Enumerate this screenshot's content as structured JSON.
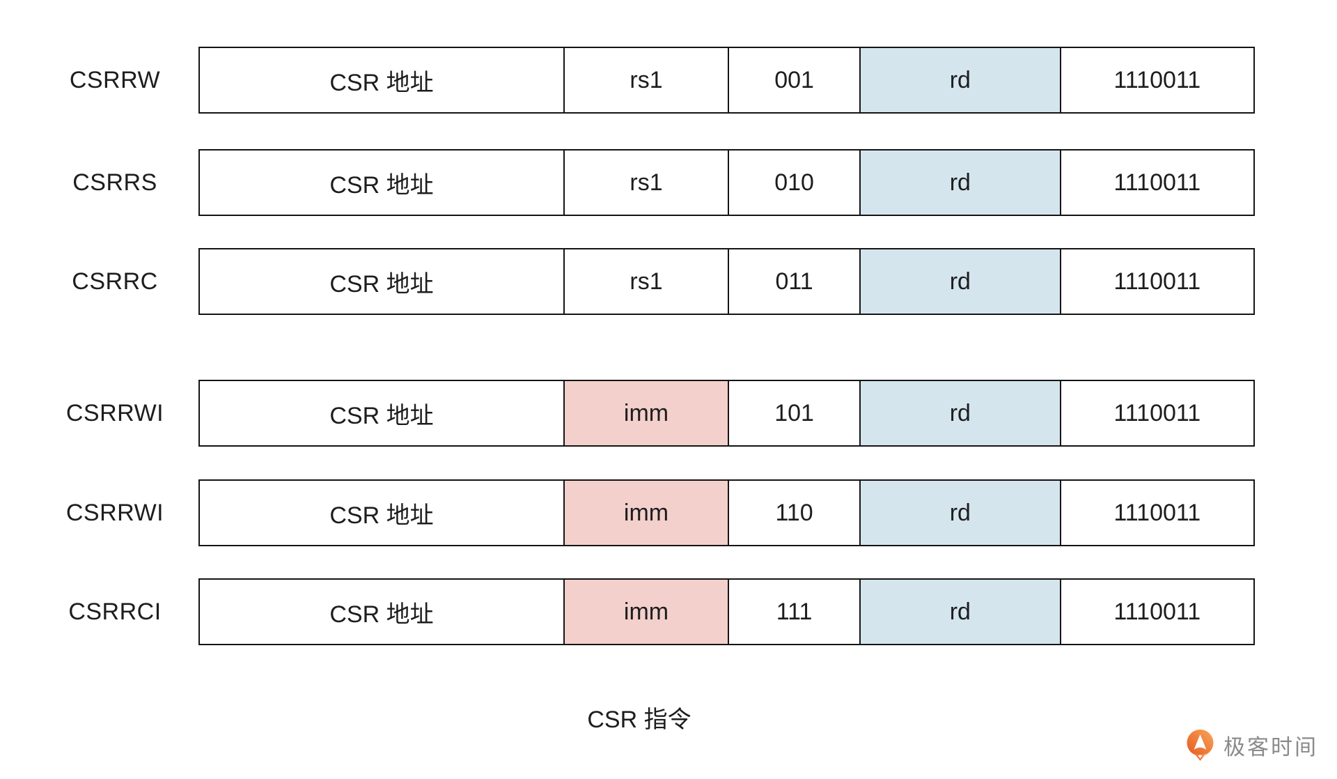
{
  "page": {
    "background": "#ffffff"
  },
  "colors": {
    "rd_field_bg": "#d5e5ed",
    "imm_field_bg": "#f3d0cb",
    "border": "#141414",
    "text": "#1d1d1f",
    "watermark_text": "#8a8a8a",
    "logo_orange_light": "#f9a55b",
    "logo_orange_dark": "#e65a1f"
  },
  "caption": "CSR 指令",
  "watermark": {
    "brand": "极客时间"
  },
  "rows": [
    {
      "label": "CSRRW",
      "csr": "CSR 地址",
      "src": "rs1",
      "funct3": "001",
      "rd": "rd",
      "opcode": "1110011"
    },
    {
      "label": "CSRRS",
      "csr": "CSR 地址",
      "src": "rs1",
      "funct3": "010",
      "rd": "rd",
      "opcode": "1110011"
    },
    {
      "label": "CSRRC",
      "csr": "CSR 地址",
      "src": "rs1",
      "funct3": "011",
      "rd": "rd",
      "opcode": "1110011"
    },
    {
      "label": "CSRRWI",
      "csr": "CSR 地址",
      "src": "imm",
      "funct3": "101",
      "rd": "rd",
      "opcode": "1110011"
    },
    {
      "label": "CSRRWI",
      "csr": "CSR 地址",
      "src": "imm",
      "funct3": "110",
      "rd": "rd",
      "opcode": "1110011"
    },
    {
      "label": "CSRRCI",
      "csr": "CSR 地址",
      "src": "imm",
      "funct3": "111",
      "rd": "rd",
      "opcode": "1110011"
    }
  ]
}
